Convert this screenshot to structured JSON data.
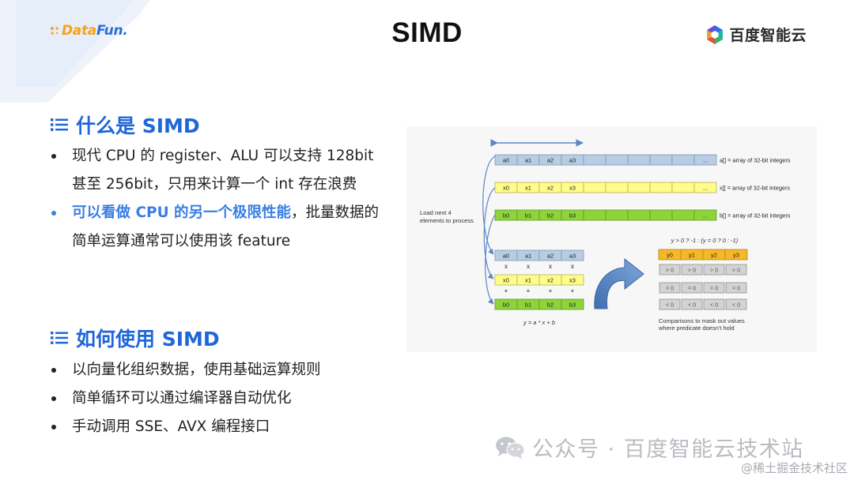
{
  "header": {
    "datafun_logo_part1": "Data",
    "datafun_logo_part2": "Fun.",
    "title": "SIMD",
    "baidu_logo_text": "百度智能云"
  },
  "section1": {
    "heading": "什么是 SIMD",
    "bullets": [
      {
        "text": "现代 CPU 的 register、ALU 可以支持 128bit 甚至 256bit，只用来计算一个 int 存在浪费"
      },
      {
        "accent": "可以看做 CPU 的另一个极限性能",
        "rest": "，批量数据的简单运算通常可以使用该 feature"
      }
    ]
  },
  "section2": {
    "heading": "如何使用 SIMD",
    "bullets": [
      "以向量化组织数据，使用基础运算规则",
      "简单循环可以通过编译器自动优化",
      "手动调用 SSE、AVX 编程接口"
    ]
  },
  "diagram": {
    "arrays": [
      {
        "cells": [
          "a0",
          "a1",
          "a2",
          "a3"
        ],
        "label": "a[]  = array of 32-bit integers",
        "color": "#b8cce4",
        "border": "#7f98b8"
      },
      {
        "cells": [
          "x0",
          "x1",
          "x2",
          "x3"
        ],
        "label": "x[] = array of 32-bit integers",
        "color": "#fffc8a",
        "border": "#b7b25c"
      },
      {
        "cells": [
          "b0",
          "b1",
          "b2",
          "b3"
        ],
        "label": "b[] = array of 32-bit integers",
        "color": "#8fd33a",
        "border": "#5d9a22"
      }
    ],
    "ellipsis": "...",
    "load_label_line1": "Load next 4",
    "load_label_line2": "elements to process",
    "ops": [
      "x",
      "+"
    ],
    "formula_left": "y = a * x + b",
    "formula_right": "y > 0 ? -1 : (y = 0 ? 0 : -1)",
    "y_cells": [
      "y0",
      "y1",
      "y2",
      "y3"
    ],
    "compare_rows": [
      "> 0",
      "= 0",
      "< 0"
    ],
    "caption_line1": "Comparisons to mask out values",
    "caption_line2": "where predicate doesn't hold"
  },
  "watermarks": {
    "wechat": "公众号 · 百度智能云技术站",
    "juejin": "@稀土掘金技术社区"
  },
  "colors": {
    "accent_blue": "#1f66d9",
    "bullet_accent": "#3a7fe3",
    "y_cell_fill": "#f4b82a",
    "compare_cell_fill": "#d3d3d3"
  }
}
